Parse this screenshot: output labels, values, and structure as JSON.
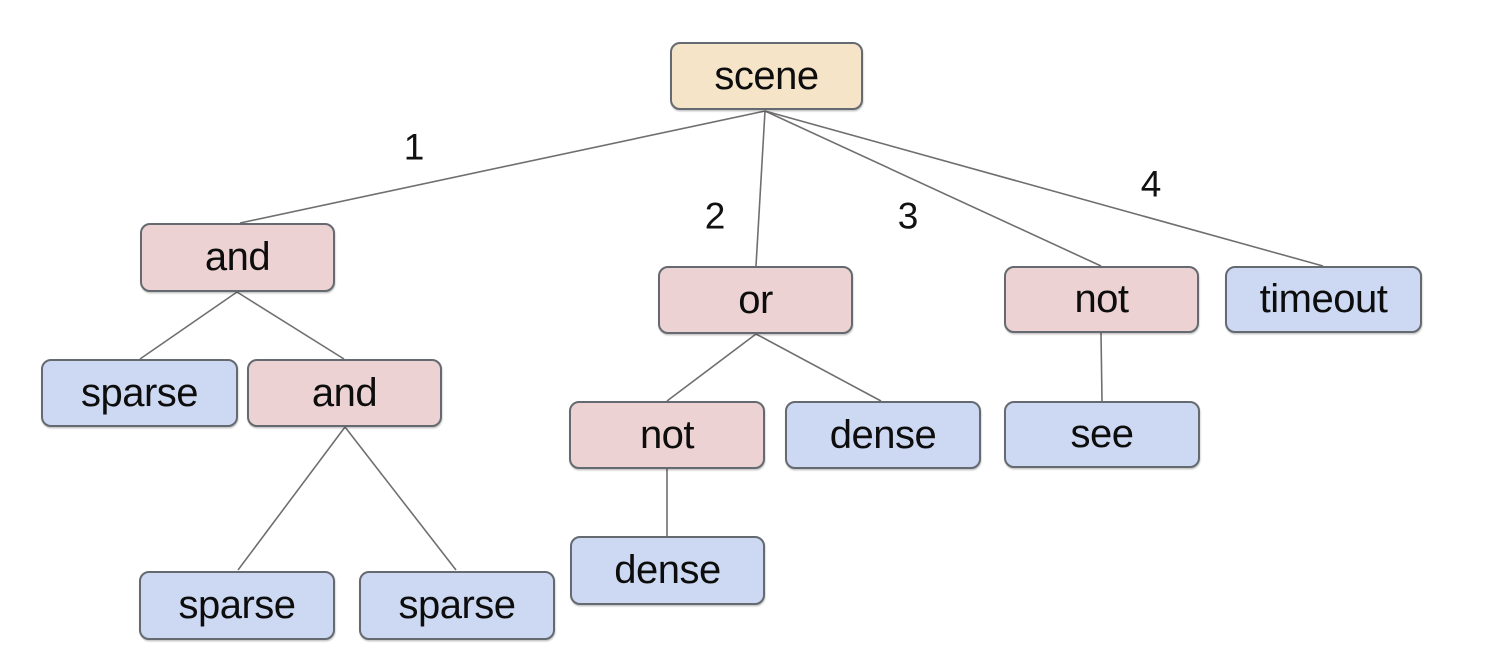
{
  "diagram": {
    "kind": "behavior-tree",
    "background": "#ffffff"
  },
  "colors": {
    "root_fill": "#f5e4c8",
    "operator_fill": "#ecd2d2",
    "leaf_fill": "#cdd9f2",
    "node_border": "#646a70",
    "edge_line": "#6f6f6f",
    "text": "#0d0d0d"
  },
  "nodes": {
    "scene": {
      "label": "scene",
      "kind": "root"
    },
    "and_a": {
      "label": "and",
      "kind": "operator"
    },
    "or_a": {
      "label": "or",
      "kind": "operator"
    },
    "not_a": {
      "label": "not",
      "kind": "operator"
    },
    "timeout": {
      "label": "timeout",
      "kind": "leaf"
    },
    "sparse_a": {
      "label": "sparse",
      "kind": "leaf"
    },
    "and_b": {
      "label": "and",
      "kind": "operator"
    },
    "not_b": {
      "label": "not",
      "kind": "operator"
    },
    "dense_a": {
      "label": "dense",
      "kind": "leaf"
    },
    "see": {
      "label": "see",
      "kind": "leaf"
    },
    "sparse_b": {
      "label": "sparse",
      "kind": "leaf"
    },
    "sparse_c": {
      "label": "sparse",
      "kind": "leaf"
    },
    "dense_b": {
      "label": "dense",
      "kind": "leaf"
    }
  },
  "edge_labels": {
    "branch1": "1",
    "branch2": "2",
    "branch3": "3",
    "branch4": "4"
  },
  "structure": {
    "scene": [
      "and_a",
      "or_a",
      "not_a",
      "timeout"
    ],
    "and_a": [
      "sparse_a",
      "and_b"
    ],
    "and_b": [
      "sparse_b",
      "sparse_c"
    ],
    "or_a": [
      "not_b",
      "dense_a"
    ],
    "not_b": [
      "dense_b"
    ],
    "not_a": [
      "see"
    ]
  }
}
